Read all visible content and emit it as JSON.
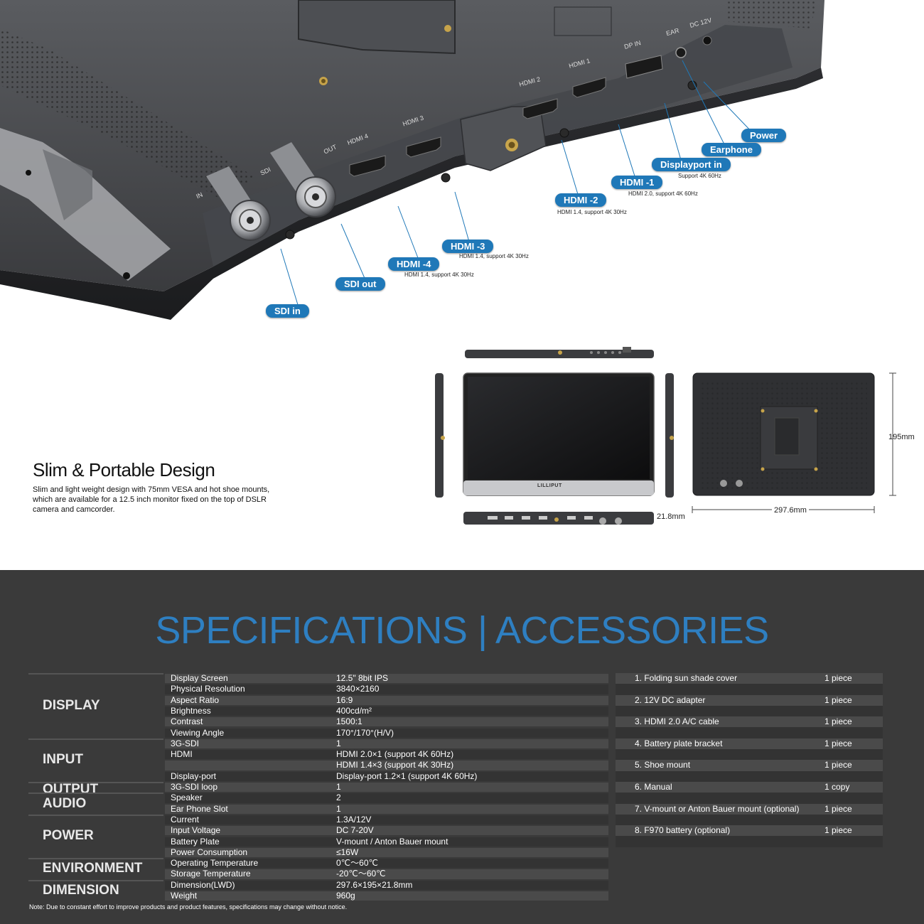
{
  "ports": {
    "port_labels": {
      "in": "IN",
      "sdi": "SDI",
      "out": "OUT",
      "hdmi4": "HDMI 4",
      "hdmi3": "HDMI 3",
      "hdmi2": "HDMI 2",
      "hdmi1": "HDMI 1",
      "dp_in": "DP IN",
      "ear": "EAR",
      "dc12v": "DC 12V"
    },
    "callouts": [
      {
        "id": "power",
        "label": "Power",
        "sub": ""
      },
      {
        "id": "earphone",
        "label": "Earphone",
        "sub": ""
      },
      {
        "id": "displayport",
        "label": "Displayport in",
        "sub": "Support 4K 60Hz"
      },
      {
        "id": "hdmi1",
        "label": "HDMI -1",
        "sub": "HDMI 2.0, support 4K 60Hz"
      },
      {
        "id": "hdmi2",
        "label": "HDMI -2",
        "sub": "HDMI 1.4, support 4K 30Hz"
      },
      {
        "id": "hdmi3",
        "label": "HDMI -3",
        "sub": "HDMI 1.4, support 4K 30Hz"
      },
      {
        "id": "hdmi4",
        "label": "HDMI -4",
        "sub": "HDMI 1.4, support 4K 30Hz"
      },
      {
        "id": "sdiout",
        "label": "SDI out",
        "sub": ""
      },
      {
        "id": "sdiin",
        "label": "SDI in",
        "sub": ""
      }
    ]
  },
  "design": {
    "title": "Slim & Portable Design",
    "description": "Slim and light weight design with 75mm VESA and hot shoe mounts, which are  available for a 12.5 inch monitor fixed on the top of DSLR camera and camcorder.",
    "brand_logo": "LILLIPUT",
    "dimensions": {
      "height": "195mm",
      "width": "297.6mm",
      "depth": "21.8mm"
    }
  },
  "specs": {
    "title": "SPECIFICATIONS | ACCESSORIES",
    "categories": [
      {
        "name": "DISPLAY",
        "rows": [
          {
            "key": "Display Screen",
            "value": "12.5\" 8bit IPS"
          },
          {
            "key": "Physical Resolution",
            "value": "3840×2160"
          },
          {
            "key": "Aspect Ratio",
            "value": "16:9"
          },
          {
            "key": "Brightness",
            "value": "400cd/m²"
          },
          {
            "key": "Contrast",
            "value": "1500:1"
          },
          {
            "key": "Viewing Angle",
            "value": "170°/170°(H/V)"
          }
        ]
      },
      {
        "name": "INPUT",
        "rows": [
          {
            "key": "3G-SDI",
            "value": "1"
          },
          {
            "key": "HDMI",
            "value": "HDMI 2.0×1 (support 4K 60Hz)"
          },
          {
            "key": "",
            "value": "HDMI 1.4×3 (support 4K 30Hz)"
          },
          {
            "key": "Display-port",
            "value": "Display-port 1.2×1 (support 4K 60Hz)"
          }
        ]
      },
      {
        "name": "OUTPUT",
        "rows": [
          {
            "key": "3G-SDI loop",
            "value": "1"
          }
        ]
      },
      {
        "name": "AUDIO",
        "rows": [
          {
            "key": "Speaker",
            "value": "2"
          },
          {
            "key": "Ear Phone Slot",
            "value": "1"
          }
        ]
      },
      {
        "name": "POWER",
        "rows": [
          {
            "key": "Current",
            "value": "1.3A/12V"
          },
          {
            "key": "Input Voltage",
            "value": "DC 7-20V"
          },
          {
            "key": "Battery Plate",
            "value": "V-mount / Anton Bauer mount"
          },
          {
            "key": "Power Consumption",
            "value": "≤16W"
          }
        ]
      },
      {
        "name": "ENVIRONMENT",
        "rows": [
          {
            "key": "Operating Temperature",
            "value": "0℃～60℃"
          },
          {
            "key": "Storage Temperature",
            "value": "-20℃～60℃"
          }
        ]
      },
      {
        "name": "DIMENSION",
        "rows": [
          {
            "key": "Dimension(LWD)",
            "value": "297.6×195×21.8mm"
          },
          {
            "key": "Weight",
            "value": "960g"
          }
        ]
      }
    ],
    "accessories": [
      {
        "name": "1. Folding sun shade cover",
        "qty": "1 piece"
      },
      {
        "name": "2. 12V DC adapter",
        "qty": "1 piece"
      },
      {
        "name": "3. HDMI 2.0 A/C cable",
        "qty": "1 piece"
      },
      {
        "name": "4. Battery plate bracket",
        "qty": "1 piece"
      },
      {
        "name": "5. Shoe mount",
        "qty": "1 piece"
      },
      {
        "name": "6. Manual",
        "qty": "1 copy"
      },
      {
        "name": "7. V-mount or Anton Bauer mount (optional)",
        "qty": "1 piece"
      },
      {
        "name": "8. F970 battery (optional)",
        "qty": "1 piece"
      }
    ],
    "note": "Note: Due to constant effort to improve products and product features, specifications may change without notice."
  }
}
